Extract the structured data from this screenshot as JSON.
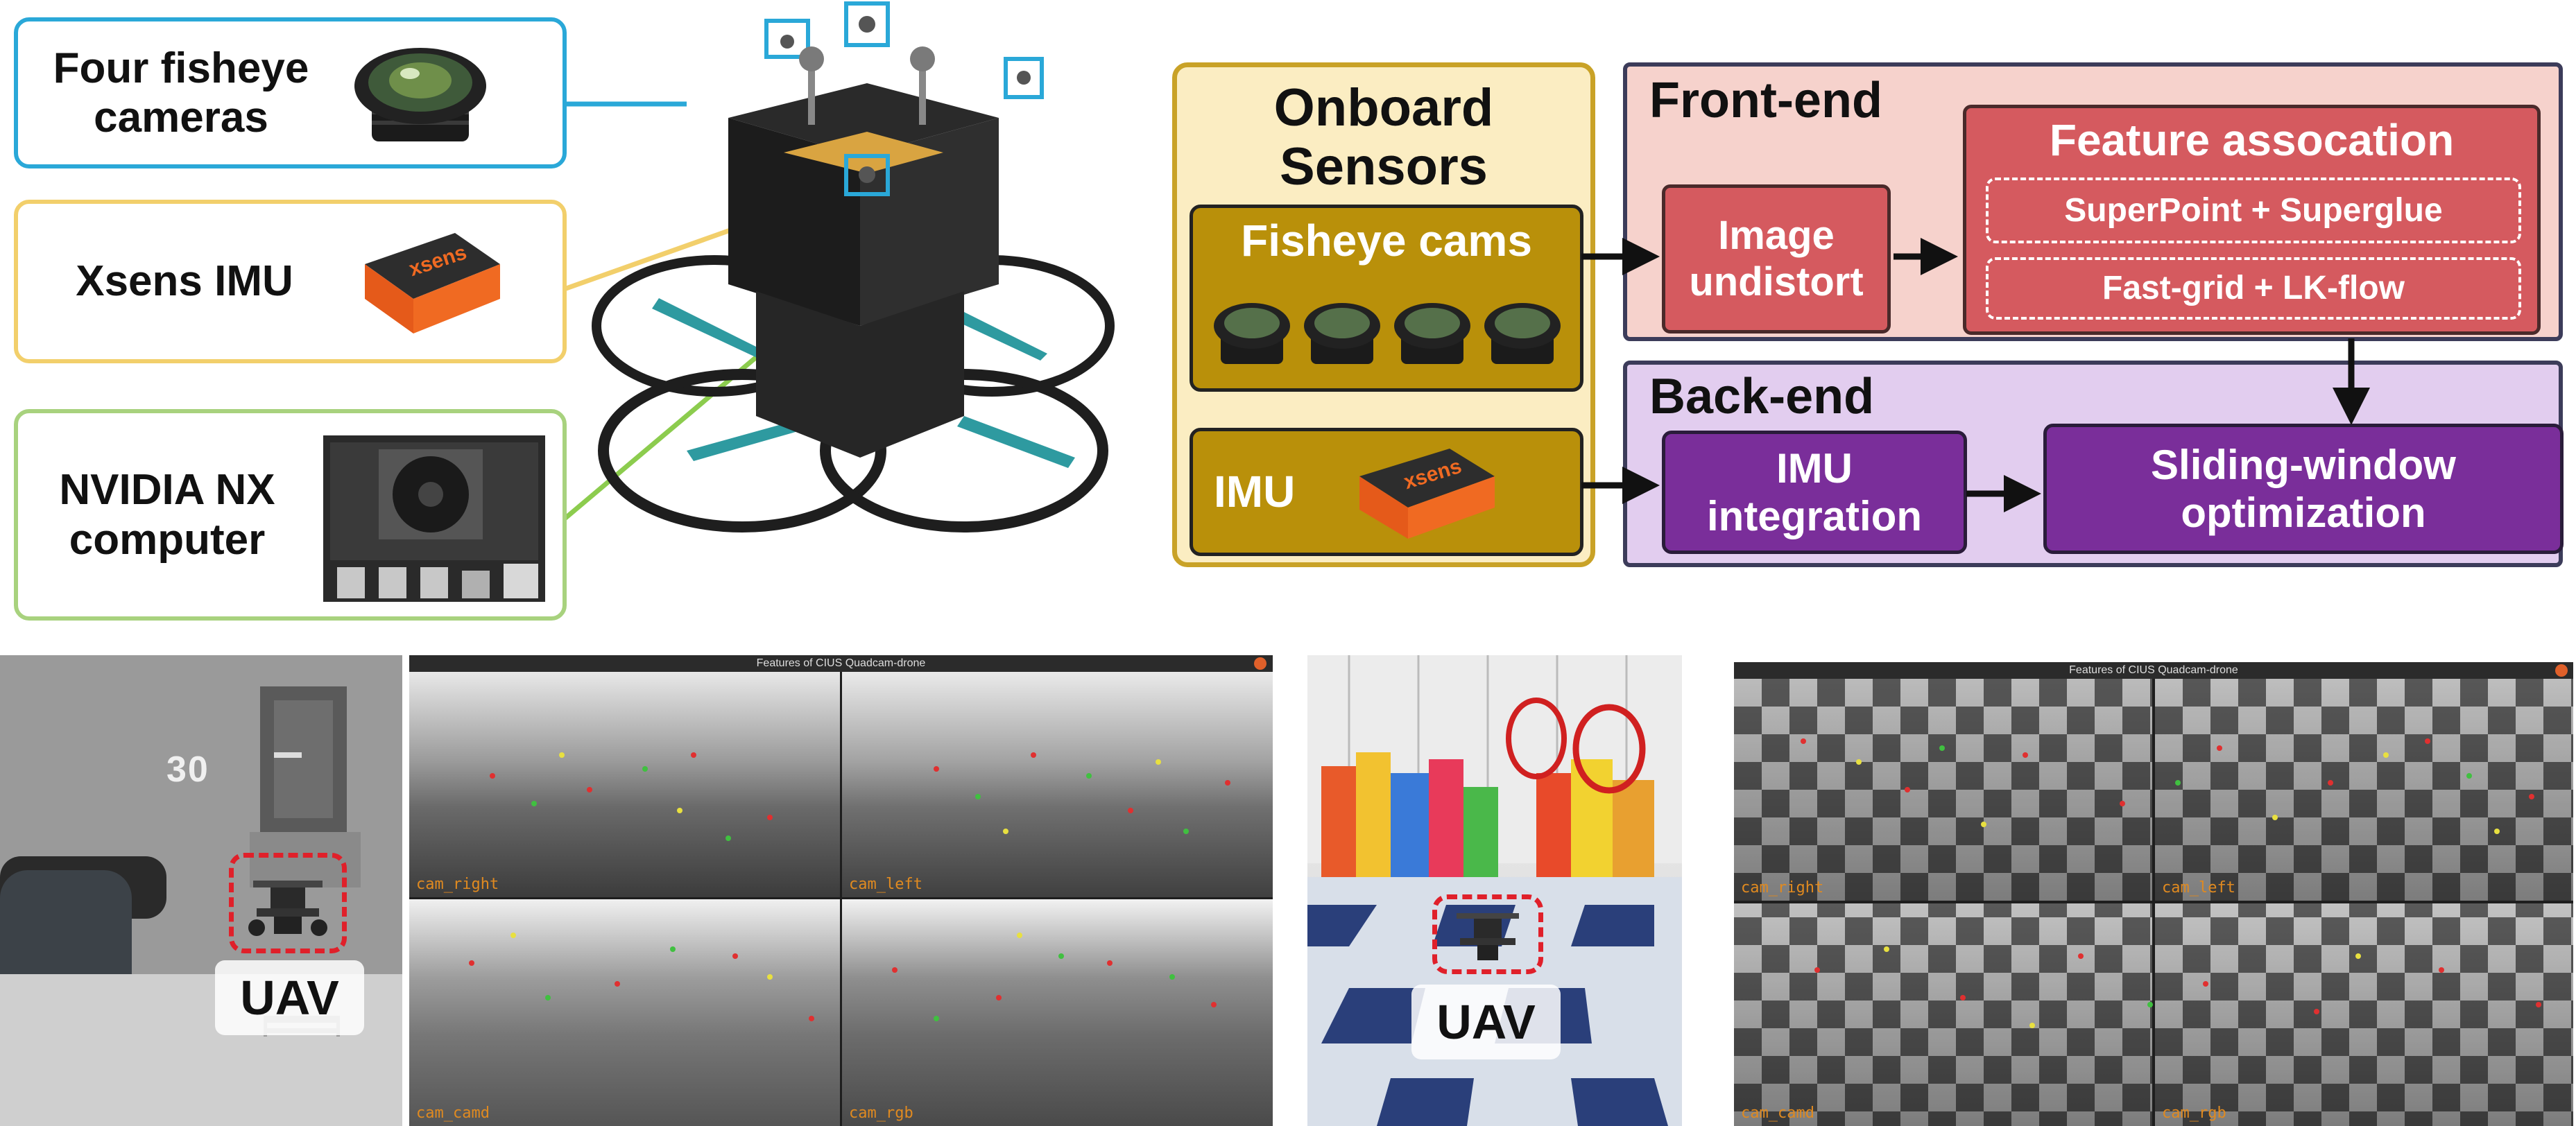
{
  "sensors": {
    "cameras_label_line1": "Four fisheye",
    "cameras_label_line2": "cameras",
    "imu_label": "Xsens IMU",
    "computer_label_line1": "NVIDIA NX",
    "computer_label_line2": "computer",
    "imu_brand": "xsens"
  },
  "pipeline": {
    "onboard_line1": "Onboard",
    "onboard_line2": "Sensors",
    "fisheye_cams": "Fisheye cams",
    "imu": "IMU",
    "imu_brand": "xsens",
    "frontend_title": "Front-end",
    "image_undistort_line1": "Image",
    "image_undistort_line2": "undistort",
    "feature_assoc_title": "Feature assocation",
    "superpoint": "SuperPoint + Superglue",
    "fastgrid": "Fast-grid + LK-flow",
    "backend_title": "Back-end",
    "imu_integration_line1": "IMU",
    "imu_integration_line2": "integration",
    "sliding_line1": "Sliding-window",
    "sliding_line2": "optimization"
  },
  "scenes": {
    "outdoor_uav_label": "UAV",
    "indoor_uav_label": "UAV",
    "outdoor_window_title": "Features of CIUS Quadcam-drone",
    "indoor_window_title": "Features of CIUS Quadcam-drone",
    "outdoor_tiles": [
      "cam_right",
      "cam_left",
      "cam_camd",
      "cam_rgb"
    ],
    "indoor_tiles": [
      "cam_right",
      "cam_left",
      "cam_camd",
      "cam_rgb"
    ],
    "building_number": "30"
  },
  "colors": {
    "camera_accent": "#2aa8d8",
    "imu_accent": "#f2cf6b",
    "computer_accent": "#a8d27e",
    "frontend_red": "#d55a5f",
    "backend_purple": "#7a2e9a",
    "sensors_olive": "#b9900a",
    "uav_marker": "#e0202a"
  },
  "icons": [
    "fisheye-lens-icon",
    "xsens-imu-icon",
    "nvidia-nx-board-icon",
    "quadrotor-drone-icon"
  ]
}
